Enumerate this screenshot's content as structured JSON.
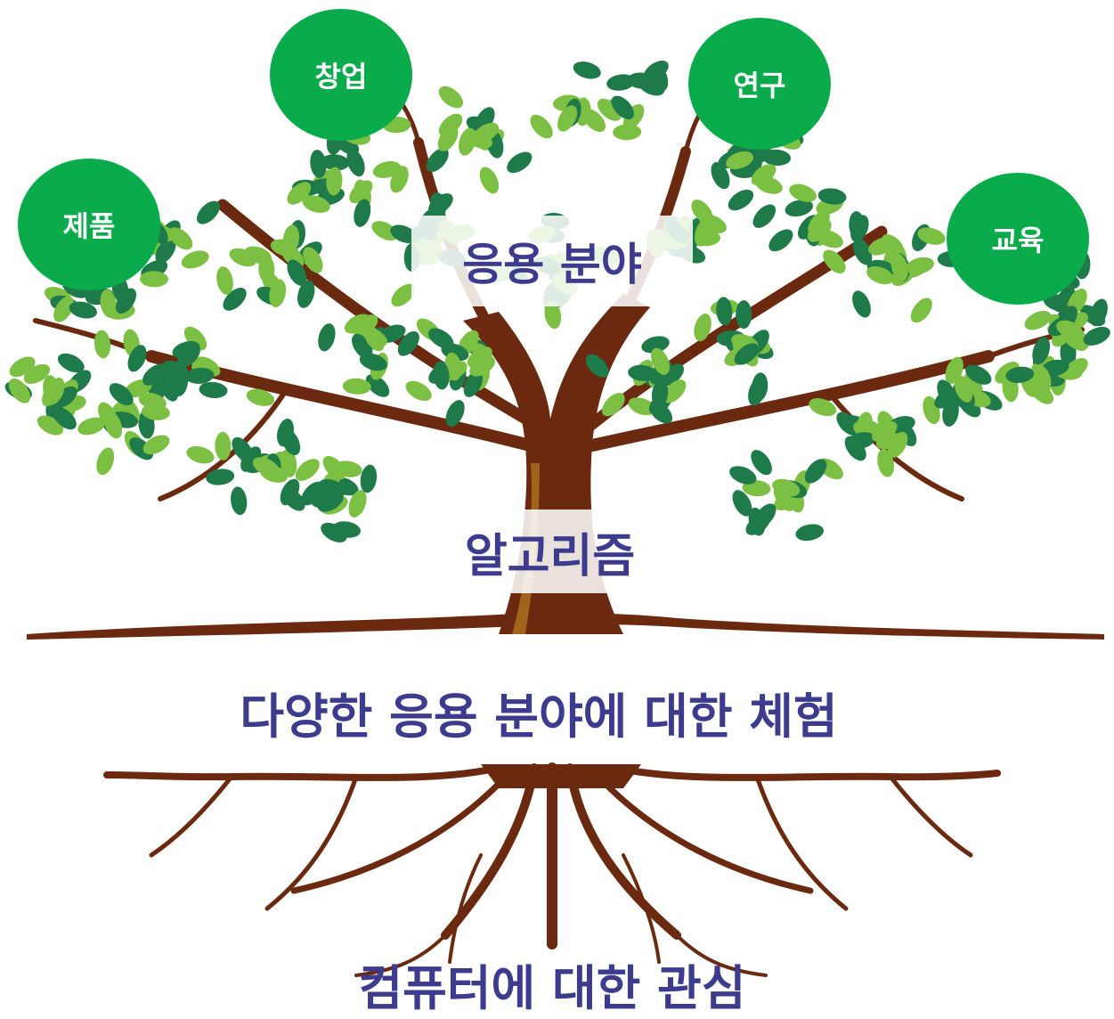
{
  "circles": {
    "product": "제품",
    "startup": "창업",
    "research": "연구",
    "education": "교육"
  },
  "canopy_label": "응용 분야",
  "trunk_label": "알고리즘",
  "ground_label": "다양한 응용 분야에 대한 체험",
  "roots_label": "컴퓨터에 대한 관심",
  "colors": {
    "circle": "#0aab4b",
    "text": "#3d3b8e",
    "trunk": "#6b2a10",
    "trunk_highlight": "#a0641c",
    "leaf_dark": "#1f7a4a",
    "leaf_light": "#7cc043"
  }
}
